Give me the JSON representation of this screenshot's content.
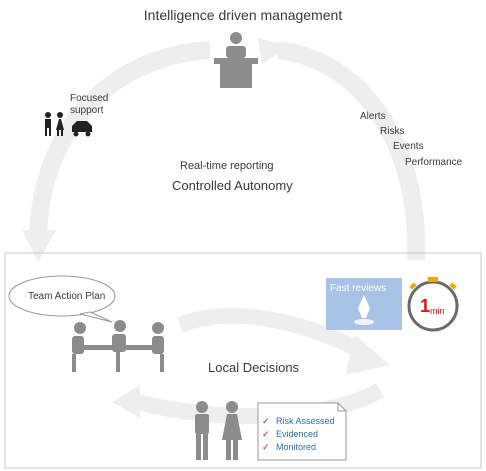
{
  "title": "Intelligence driven management",
  "focused_support": {
    "line1": "Focused",
    "line2": "support"
  },
  "right_labels": [
    "Alerts",
    "Risks",
    "Events",
    "Performance"
  ],
  "realtime_reporting": "Real-time reporting",
  "controlled_autonomy": "Controlled Autonomy",
  "team_action_plan": "Team Action Plan",
  "fast_reviews": "Fast reviews",
  "timer": {
    "number": "1",
    "unit": "min"
  },
  "local_decisions": "Local Decisions",
  "checklist": [
    "Risk Assessed",
    "Evidenced",
    "Monitored"
  ],
  "colors": {
    "arrow": "#ececec",
    "figure": "#8c8c8c",
    "check": "#d11111",
    "blue_tile": "#a9c3e6"
  }
}
